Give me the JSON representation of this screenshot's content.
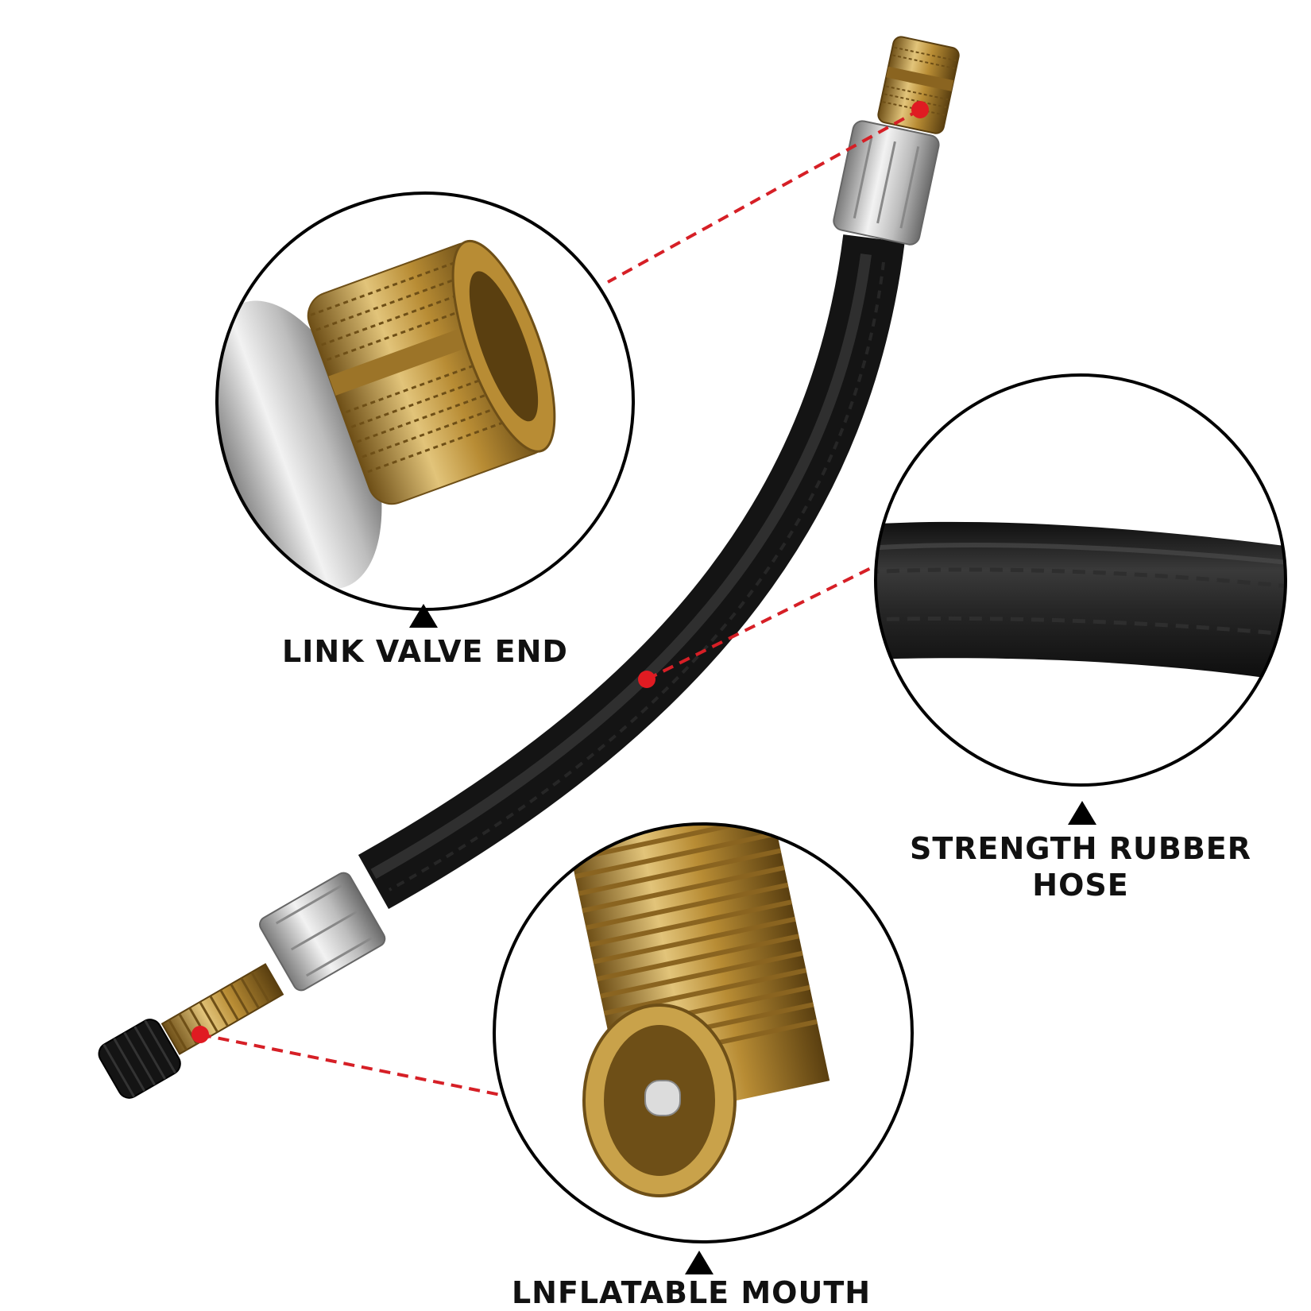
{
  "labels": {
    "valve_end": "LINK VALVE END",
    "hose_line1": "STRENGTH RUBBER",
    "hose_line2": "HOSE",
    "mouth": "LNFLATABLE MOUTH"
  },
  "colors": {
    "callout": "#d61f26",
    "hose": "#1e1e1e",
    "brass": "#c9a24a",
    "chrome": "#c8c8c8",
    "circle_outline": "#000000"
  },
  "icons": {
    "marker": "triangle-up-icon"
  }
}
